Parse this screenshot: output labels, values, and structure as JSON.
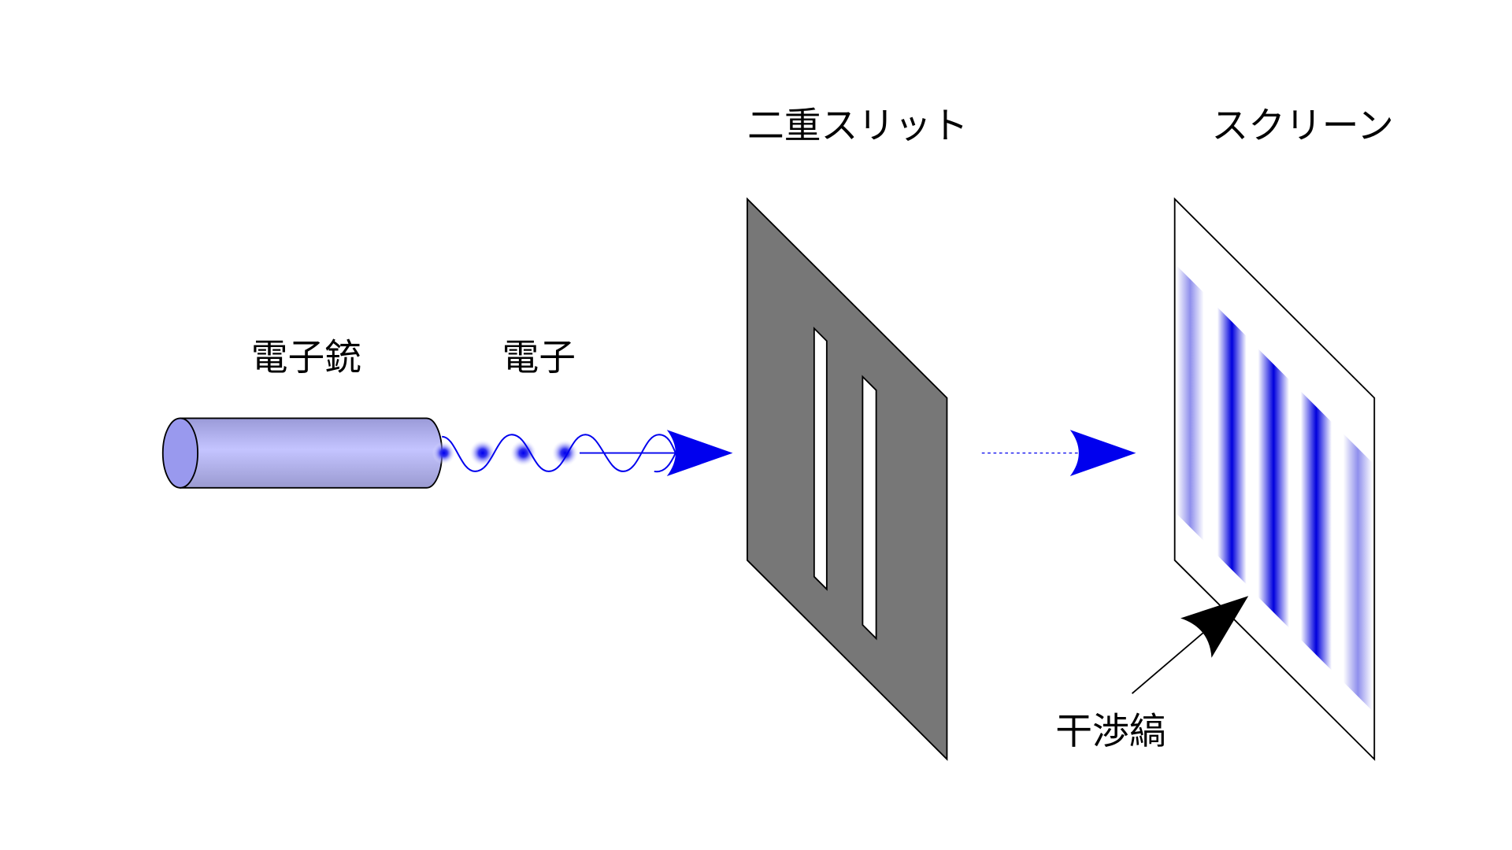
{
  "labels": {
    "electron_gun": "電子銃",
    "electron": "電子",
    "double_slit": "二重スリット",
    "screen": "スクリーン",
    "interference_fringes": "干渉縞"
  },
  "colors": {
    "gun_body": "#b4b4f0",
    "gun_face": "#9999ee",
    "wave": "#0000ee",
    "slit_plate": "#777777",
    "fringe": "#0000dd",
    "pointer": "#000000"
  }
}
